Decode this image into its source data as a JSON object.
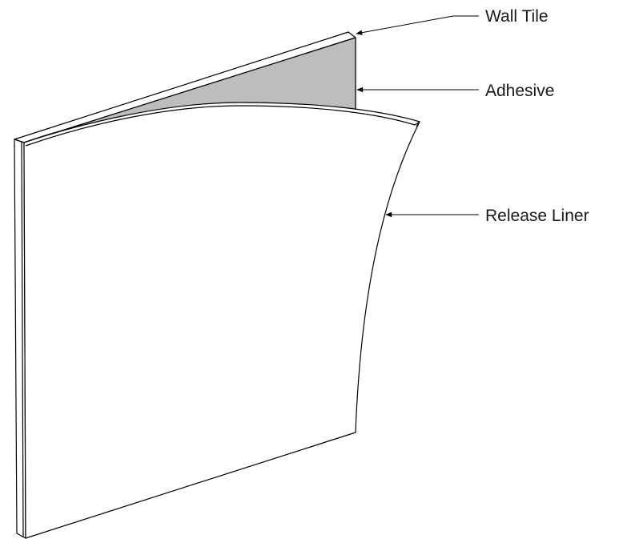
{
  "diagram": {
    "callouts": [
      {
        "id": "wall-tile",
        "label": "Wall Tile"
      },
      {
        "id": "adhesive",
        "label": "Adhesive"
      },
      {
        "id": "release-liner",
        "label": "Release Liner"
      }
    ],
    "colors": {
      "adhesive_fill": "#bdbdbd",
      "tile_fill": "#ffffff",
      "line": "#000000"
    }
  }
}
